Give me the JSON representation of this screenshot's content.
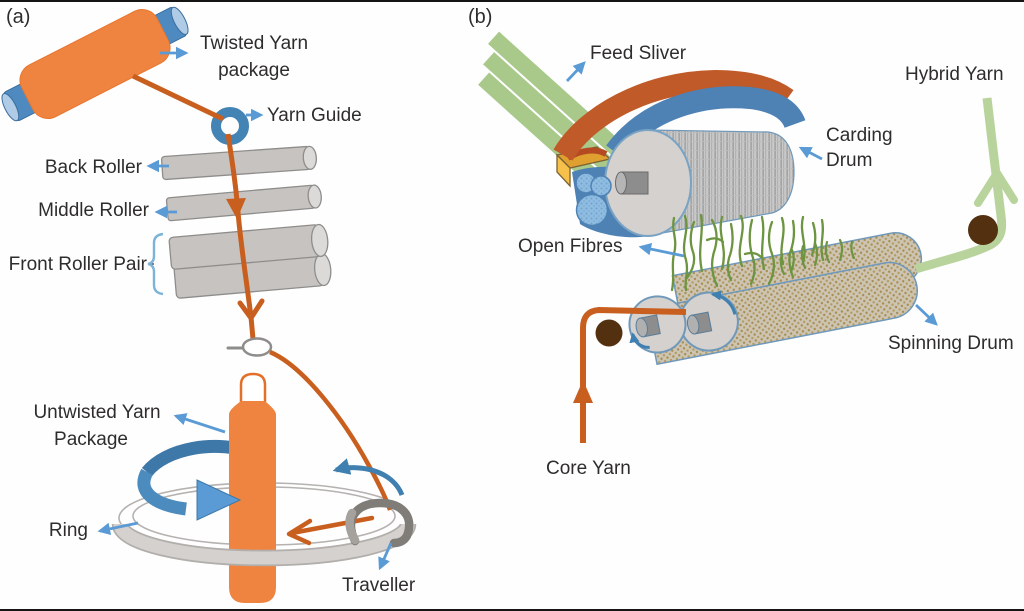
{
  "figure": {
    "type": "textile-spinning-process-diagram",
    "panel_a": {
      "tag": "(a)",
      "twisted_package_line1": "Twisted Yarn",
      "twisted_package_line2": "package",
      "yarn_guide": "Yarn Guide",
      "back_roller": "Back Roller",
      "middle_roller": "Middle Roller",
      "front_roller_pair": "Front Roller Pair",
      "untwisted_package_line1": "Untwisted Yarn",
      "untwisted_package_line2": "Package",
      "ring": "Ring",
      "traveller": "Traveller"
    },
    "panel_b": {
      "tag": "(b)",
      "feed_sliver": "Feed Sliver",
      "hybrid_yarn": "Hybrid Yarn",
      "carding_drum_line1": "Carding",
      "carding_drum_line2": "Drum",
      "open_fibres": "Open Fibres",
      "spinning_drum": "Spinning Drum",
      "core_yarn": "Core Yarn"
    },
    "colors": {
      "package_orange": "#EF8440",
      "yarn_orange": "#C95F1E",
      "cap_blue": "#4E8AC0",
      "label_arrow_blue": "#5B9BD5",
      "rotation_arrow_blue": "#4080B0",
      "swirl_blue_dark": "#3E78A8",
      "roller_gray": "#C6C3C0",
      "ring_gray": "#D2CFCC",
      "traveller_gray": "#807C78",
      "sliver_green": "#A9C98B",
      "fibre_green": "#6D9440",
      "hybrid_yarn_green": "#B8D49C",
      "guide_brown": "#53300F",
      "carding_cover_orange": "#C05A28",
      "carding_cover_blue": "#4E81B4",
      "tray_yellow_top": "#DFA02F",
      "tray_yellow_front": "#F6C14A",
      "spinning_drum_tan": "#CDC5B4"
    }
  }
}
